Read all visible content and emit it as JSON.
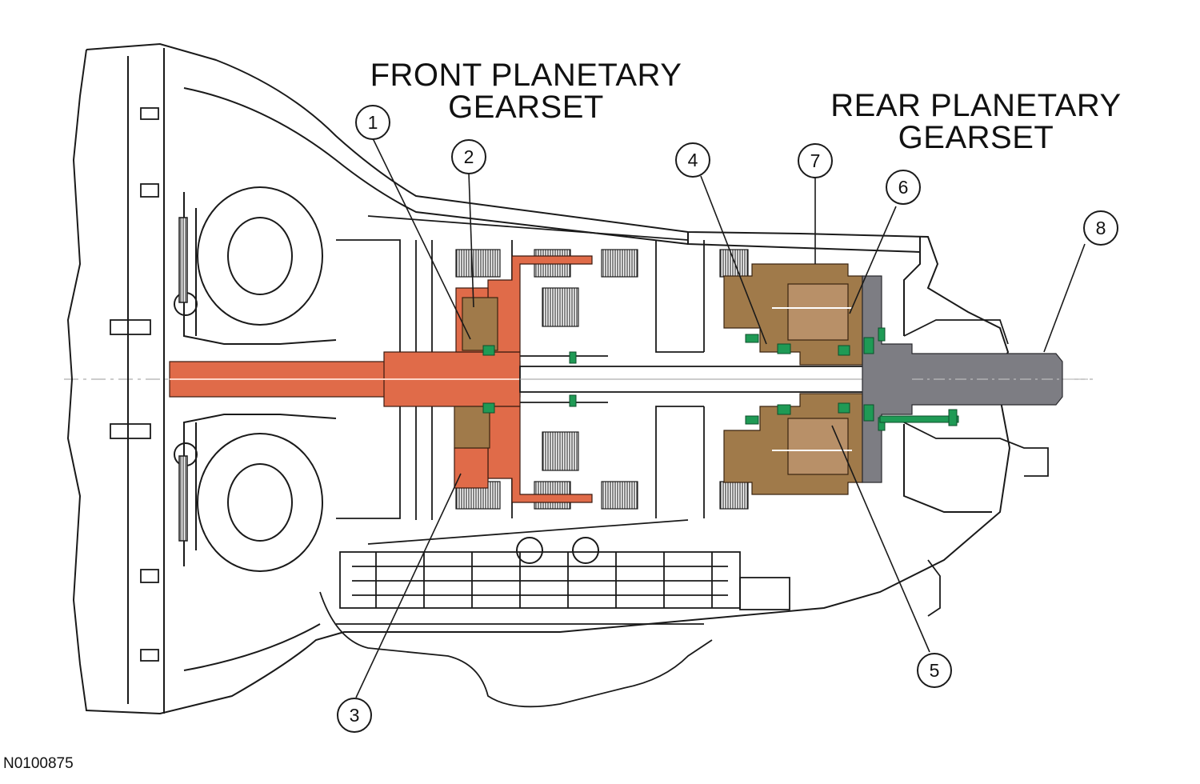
{
  "headings": {
    "front_planetary": [
      "FRONT PLANETARY",
      "GEARSET"
    ],
    "rear_planetary": [
      "REAR PLANETARY",
      "GEARSET"
    ]
  },
  "callouts": [
    "1",
    "2",
    "3",
    "4",
    "5",
    "6",
    "7",
    "8"
  ],
  "figure_id": "N0100875",
  "colors": {
    "line": "#1a1a1a",
    "background": "#ffffff",
    "front_gearset_highlight": "#e06b49",
    "rear_gearset_highlight": "#a07a4a",
    "seal": "#1f9a55",
    "output_shaft": "#7d7d83"
  }
}
